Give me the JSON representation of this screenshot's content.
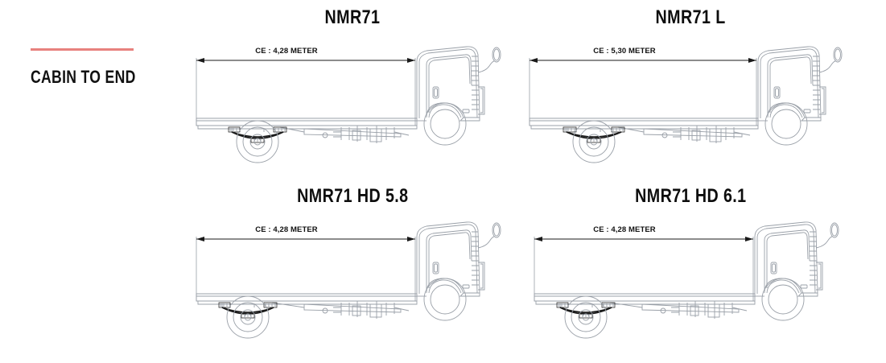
{
  "section": {
    "accent_color": "#e8817e",
    "label": "CABIN TO END"
  },
  "line_color": "#9aa0a8",
  "dark_color": "#1a1a1a",
  "trucks": [
    {
      "title": "NMR71",
      "dimension": "CE : 4,28 METER",
      "bed_ratio": 1.0
    },
    {
      "title": "NMR71 L",
      "dimension": "CE : 5,30 METER",
      "bed_ratio": 1.06
    },
    {
      "title": "NMR71 HD 5.8",
      "dimension": "CE : 4,28 METER",
      "bed_ratio": 1.0
    },
    {
      "title": "NMR71 HD 6.1",
      "dimension": "CE : 4,28 METER",
      "bed_ratio": 1.0
    }
  ]
}
